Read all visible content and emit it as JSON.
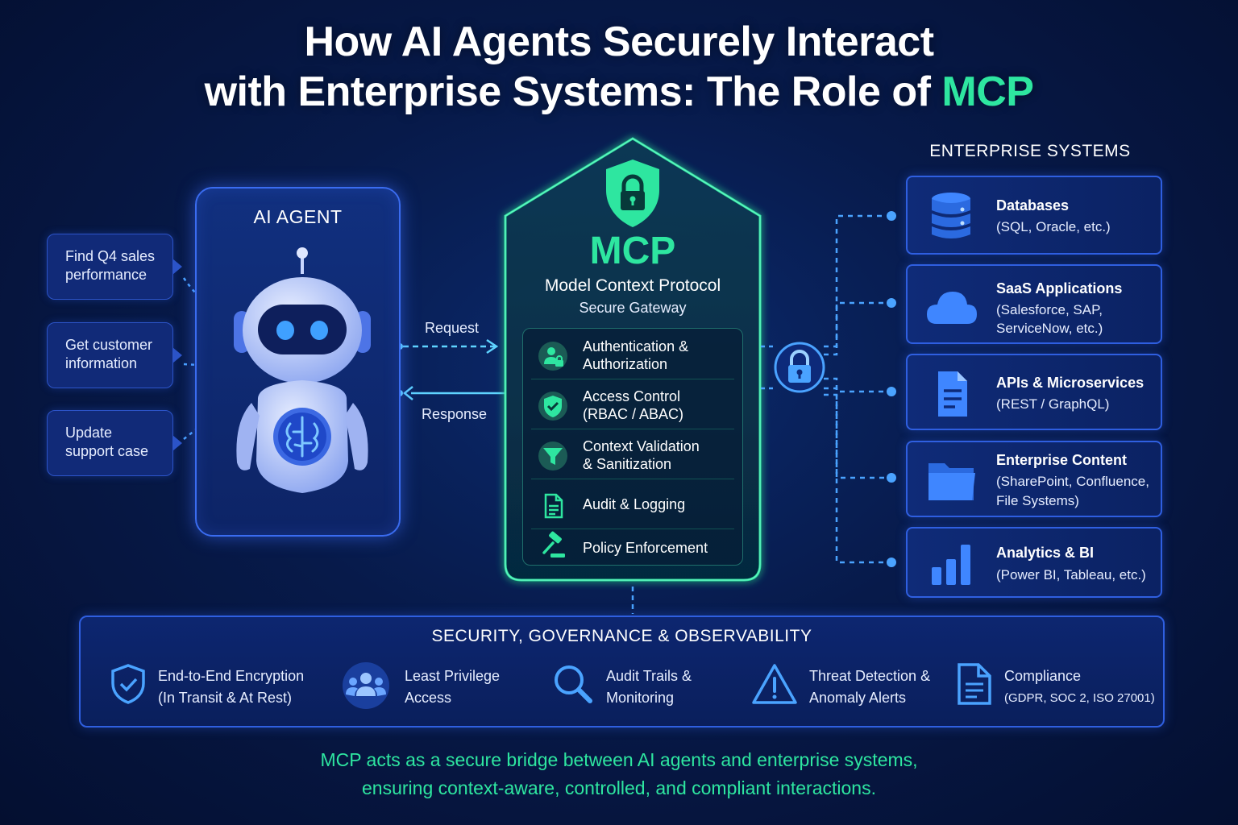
{
  "title": {
    "line1": "How AI Agents Securely Interact",
    "line2_prefix": "with Enterprise Systems: The Role of ",
    "line2_accent": "MCP"
  },
  "agent": {
    "title": "AI AGENT",
    "queries": [
      {
        "line1": "Find Q4 sales",
        "line2": "performance"
      },
      {
        "line1": "Get customer",
        "line2": "information"
      },
      {
        "line1": "Update",
        "line2": "support case"
      }
    ]
  },
  "flow": {
    "request": "Request",
    "response": "Response"
  },
  "mcp": {
    "name": "MCP",
    "subtitle": "Model Context Protocol",
    "subtitle2": "Secure Gateway",
    "features": [
      {
        "icon": "user-lock-icon",
        "line1": "Authentication &",
        "line2": "Authorization"
      },
      {
        "icon": "shield-check-icon",
        "line1": "Access Control",
        "line2": "(RBAC / ABAC)"
      },
      {
        "icon": "funnel-icon",
        "line1": "Context Validation",
        "line2": "& Sanitization"
      },
      {
        "icon": "document-icon",
        "line1": "Audit & Logging",
        "line2": ""
      },
      {
        "icon": "gavel-icon",
        "line1": "Policy Enforcement",
        "line2": ""
      }
    ]
  },
  "enterprise": {
    "header": "ENTERPRISE SYSTEMS",
    "systems": [
      {
        "icon": "database-icon",
        "name": "Databases",
        "desc1": "(SQL, Oracle, etc.)",
        "desc2": ""
      },
      {
        "icon": "cloud-icon",
        "name": "SaaS Applications",
        "desc1": "(Salesforce, SAP,",
        "desc2": "ServiceNow, etc.)"
      },
      {
        "icon": "api-document-icon",
        "name": "APIs & Microservices",
        "desc1": "(REST / GraphQL)",
        "desc2": ""
      },
      {
        "icon": "folder-icon",
        "name": "Enterprise Content",
        "desc1": "(SharePoint, Confluence,",
        "desc2": "File Systems)"
      },
      {
        "icon": "bar-chart-icon",
        "name": "Analytics & BI",
        "desc1": "(Power BI, Tableau, etc.)",
        "desc2": ""
      }
    ]
  },
  "security": {
    "title": "SECURITY, GOVERNANCE & OBSERVABILITY",
    "items": [
      {
        "icon": "shield-check-icon",
        "line1": "End-to-End Encryption",
        "line2": "(In Transit & At Rest)"
      },
      {
        "icon": "users-icon",
        "line1": "Least Privilege",
        "line2": "Access"
      },
      {
        "icon": "magnifier-icon",
        "line1": "Audit Trails &",
        "line2": "Monitoring"
      },
      {
        "icon": "warning-icon",
        "line1": "Threat Detection &",
        "line2": "Anomaly Alerts"
      },
      {
        "icon": "compliance-document-icon",
        "line1": "Compliance",
        "line2": "(GDPR, SOC 2, ISO 27001)"
      }
    ]
  },
  "footer": {
    "line1": "MCP acts as a secure bridge between AI agents and enterprise systems,",
    "line2": "ensuring context-aware, controlled, and compliant interactions."
  },
  "colors": {
    "accent_green": "#2ee6a0",
    "primary_blue": "#3a6cf0",
    "background": "#071a4a"
  }
}
